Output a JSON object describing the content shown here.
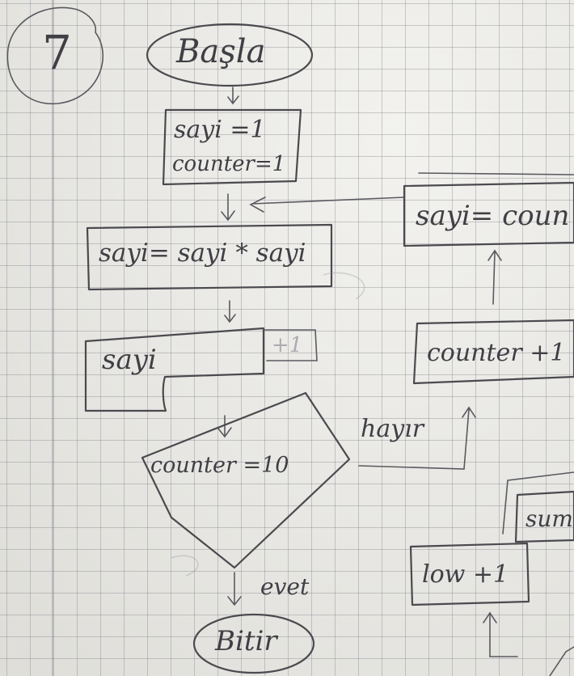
{
  "step_number": "7",
  "start_label": "Başla",
  "init": {
    "line1": "sayi =1",
    "line2": "counter=1"
  },
  "square_step": "sayi= sayi * sayi",
  "output_step": "sayi",
  "output_extra": "+1",
  "decision": "counter =10",
  "no_label": "hayır",
  "yes_label": "evet",
  "increment_step": "counter +1",
  "assign_step": "sayi= coun",
  "end_label": "Bitir",
  "low_step": "low +1",
  "sum_fragment": "sum"
}
